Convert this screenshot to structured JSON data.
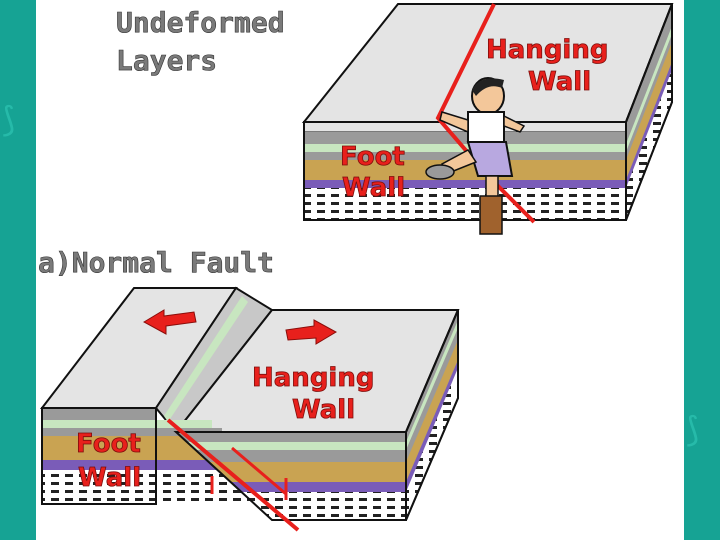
{
  "slide": {
    "heading_top_line1": "Undeformed",
    "heading_top_line2": "Layers",
    "heading_section": "a)Normal Fault"
  },
  "top_block": {
    "hanging_wall_line1": "Hanging",
    "hanging_wall_line2": "Wall",
    "foot_wall_line1": "Foot",
    "foot_wall_line2": "Wall"
  },
  "bottom_block": {
    "hanging_wall_line1": "Hanging",
    "hanging_wall_line2": "Wall",
    "foot_wall_line1": "Foot",
    "foot_wall_line2": "Wall"
  },
  "colors": {
    "background_teal": "#1aa294",
    "label_red": "#e8201c",
    "heading_gray": "#7a7a7a",
    "block_top": "#e4e4e4",
    "layer_green": "#c8e6c0",
    "layer_tan": "#c9a352",
    "layer_purple": "#7a5cb8",
    "layer_brick": "#ffffff"
  },
  "icons": [
    "cartoon-person-icon",
    "left-arrow-icon",
    "right-arrow-icon",
    "fault-line-icon"
  ]
}
